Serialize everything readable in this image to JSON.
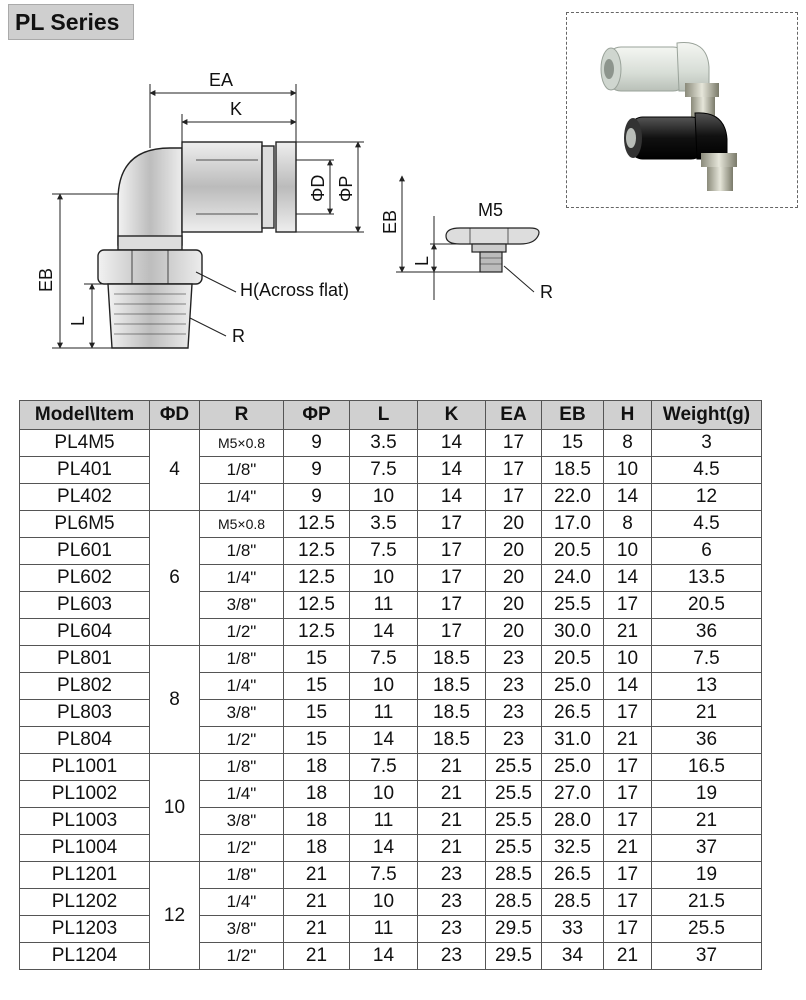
{
  "title": "PL Series",
  "drawing_labels": {
    "ea": "EA",
    "k": "K",
    "phi_d": "ΦD",
    "phi_p": "ΦP",
    "eb": "EB",
    "l": "L",
    "h": "H(Across flat)",
    "r": "R",
    "m5": "M5",
    "eb2": "EB",
    "l2": "L",
    "r2": "R"
  },
  "table": {
    "headers": [
      "Model\\Item",
      "ΦD",
      "R",
      "ΦP",
      "L",
      "K",
      "EA",
      "EB",
      "H",
      "Weight(g)"
    ],
    "groups": [
      {
        "d": "4",
        "rows": [
          {
            "model": "PL4M5",
            "r": "M5×0.8",
            "p": "9",
            "l": "3.5",
            "k": "14",
            "ea": "17",
            "eb": "15",
            "h": "8",
            "w": "3"
          },
          {
            "model": "PL401",
            "r": "1/8\"",
            "p": "9",
            "l": "7.5",
            "k": "14",
            "ea": "17",
            "eb": "18.5",
            "h": "10",
            "w": "4.5"
          },
          {
            "model": "PL402",
            "r": "1/4\"",
            "p": "9",
            "l": "10",
            "k": "14",
            "ea": "17",
            "eb": "22.0",
            "h": "14",
            "w": "12"
          }
        ]
      },
      {
        "d": "6",
        "rows": [
          {
            "model": "PL6M5",
            "r": "M5×0.8",
            "p": "12.5",
            "l": "3.5",
            "k": "17",
            "ea": "20",
            "eb": "17.0",
            "h": "8",
            "w": "4.5"
          },
          {
            "model": "PL601",
            "r": "1/8\"",
            "p": "12.5",
            "l": "7.5",
            "k": "17",
            "ea": "20",
            "eb": "20.5",
            "h": "10",
            "w": "6"
          },
          {
            "model": "PL602",
            "r": "1/4\"",
            "p": "12.5",
            "l": "10",
            "k": "17",
            "ea": "20",
            "eb": "24.0",
            "h": "14",
            "w": "13.5"
          },
          {
            "model": "PL603",
            "r": "3/8\"",
            "p": "12.5",
            "l": "11",
            "k": "17",
            "ea": "20",
            "eb": "25.5",
            "h": "17",
            "w": "20.5"
          },
          {
            "model": "PL604",
            "r": "1/2\"",
            "p": "12.5",
            "l": "14",
            "k": "17",
            "ea": "20",
            "eb": "30.0",
            "h": "21",
            "w": "36"
          }
        ]
      },
      {
        "d": "8",
        "rows": [
          {
            "model": "PL801",
            "r": "1/8\"",
            "p": "15",
            "l": "7.5",
            "k": "18.5",
            "ea": "23",
            "eb": "20.5",
            "h": "10",
            "w": "7.5"
          },
          {
            "model": "PL802",
            "r": "1/4\"",
            "p": "15",
            "l": "10",
            "k": "18.5",
            "ea": "23",
            "eb": "25.0",
            "h": "14",
            "w": "13"
          },
          {
            "model": "PL803",
            "r": "3/8\"",
            "p": "15",
            "l": "11",
            "k": "18.5",
            "ea": "23",
            "eb": "26.5",
            "h": "17",
            "w": "21"
          },
          {
            "model": "PL804",
            "r": "1/2\"",
            "p": "15",
            "l": "14",
            "k": "18.5",
            "ea": "23",
            "eb": "31.0",
            "h": "21",
            "w": "36"
          }
        ]
      },
      {
        "d": "10",
        "rows": [
          {
            "model": "PL1001",
            "r": "1/8\"",
            "p": "18",
            "l": "7.5",
            "k": "21",
            "ea": "25.5",
            "eb": "25.0",
            "h": "17",
            "w": "16.5"
          },
          {
            "model": "PL1002",
            "r": "1/4\"",
            "p": "18",
            "l": "10",
            "k": "21",
            "ea": "25.5",
            "eb": "27.0",
            "h": "17",
            "w": "19"
          },
          {
            "model": "PL1003",
            "r": "3/8\"",
            "p": "18",
            "l": "11",
            "k": "21",
            "ea": "25.5",
            "eb": "28.0",
            "h": "17",
            "w": "21"
          },
          {
            "model": "PL1004",
            "r": "1/2\"",
            "p": "18",
            "l": "14",
            "k": "21",
            "ea": "25.5",
            "eb": "32.5",
            "h": "21",
            "w": "37"
          }
        ]
      },
      {
        "d": "12",
        "rows": [
          {
            "model": "PL1201",
            "r": "1/8\"",
            "p": "21",
            "l": "7.5",
            "k": "23",
            "ea": "28.5",
            "eb": "26.5",
            "h": "17",
            "w": "19"
          },
          {
            "model": "PL1202",
            "r": "1/4\"",
            "p": "21",
            "l": "10",
            "k": "23",
            "ea": "28.5",
            "eb": "28.5",
            "h": "17",
            "w": "21.5"
          },
          {
            "model": "PL1203",
            "r": "3/8\"",
            "p": "21",
            "l": "11",
            "k": "23",
            "ea": "29.5",
            "eb": "33",
            "h": "17",
            "w": "25.5"
          },
          {
            "model": "PL1204",
            "r": "1/2\"",
            "p": "21",
            "l": "14",
            "k": "23",
            "ea": "29.5",
            "eb": "34",
            "h": "21",
            "w": "37"
          }
        ]
      }
    ]
  }
}
